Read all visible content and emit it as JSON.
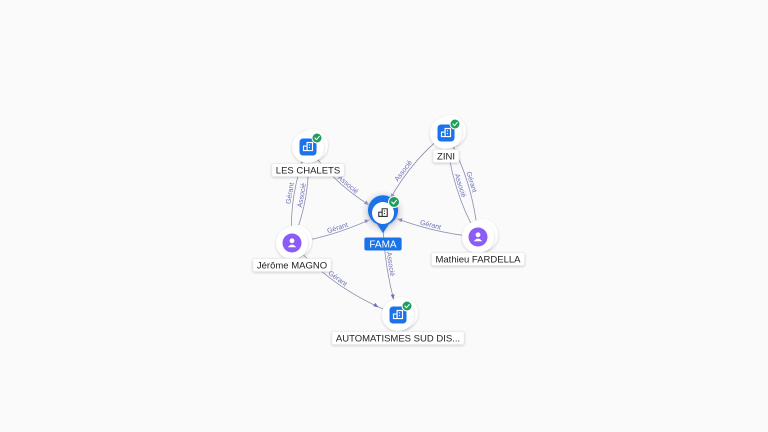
{
  "nodes": [
    {
      "id": "fama",
      "label": "FAMA",
      "kind": "company",
      "center": true,
      "verified": true
    },
    {
      "id": "les-chalets",
      "label": "LES CHALETS",
      "kind": "company",
      "verified": true
    },
    {
      "id": "zini",
      "label": "ZINI",
      "kind": "company",
      "verified": true
    },
    {
      "id": "automatismes",
      "label": "AUTOMATISMES SUD DIS...",
      "kind": "company",
      "verified": true
    },
    {
      "id": "jerome",
      "label": "Jérôme MAGNO",
      "kind": "person"
    },
    {
      "id": "mathieu",
      "label": "Mathieu FARDELLA",
      "kind": "person"
    }
  ],
  "edges": [
    {
      "from": "les-chalets",
      "to": "fama",
      "label": "Associé"
    },
    {
      "from": "zini",
      "to": "fama",
      "label": "Associé"
    },
    {
      "from": "jerome",
      "to": "fama",
      "label": "Gérant"
    },
    {
      "from": "mathieu",
      "to": "fama",
      "label": "Gérant"
    },
    {
      "from": "fama",
      "to": "automatismes",
      "label": "Associé"
    },
    {
      "from": "jerome",
      "to": "les-chalets",
      "label": "Gérant"
    },
    {
      "from": "jerome",
      "to": "les-chalets",
      "label": "Associé"
    },
    {
      "from": "mathieu",
      "to": "zini",
      "label": "Gérant"
    },
    {
      "from": "mathieu",
      "to": "zini",
      "label": "Associé"
    },
    {
      "from": "jerome",
      "to": "automatismes",
      "label": "Gérant"
    }
  ],
  "colors": {
    "company_icon": "#1a73e8",
    "person_icon": "#8b5cf6",
    "verified_badge": "#1e9e5a",
    "edge_label": "#6a70b8"
  },
  "icons": {
    "company": "building-icon",
    "person": "person-icon",
    "verified": "check-badge-icon"
  }
}
